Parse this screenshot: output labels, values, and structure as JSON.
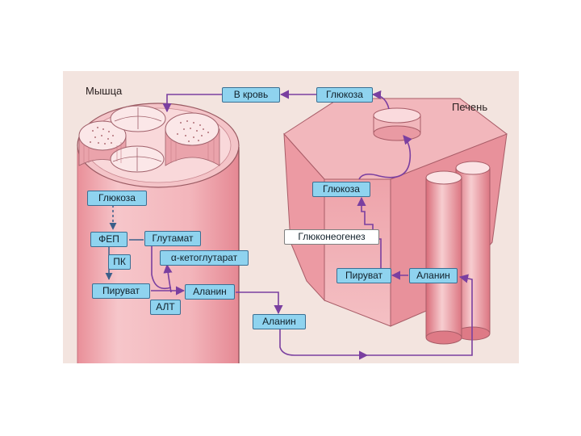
{
  "labels": {
    "muscle": "Мышца",
    "liver": "Печень"
  },
  "nodes": {
    "to_blood": "В кровь",
    "glucose_top": "Глюкоза",
    "glucose_muscle": "Глюкоза",
    "fep": "ФЕП",
    "pk": "ПК",
    "pyruvate_muscle": "Пируват",
    "glutamate": "Глутамат",
    "ketoglutarate": "α-кетоглутарат",
    "alanine_muscle": "Аланин",
    "alt": "АЛТ",
    "alanine_blood": "Аланин",
    "glucose_liver": "Глюкоза",
    "gluconeogenesis": "Глюконеогенез",
    "pyruvate_liver": "Пируват",
    "alanine_liver": "Аланин"
  },
  "colors": {
    "panel_bg": "#f3e4df",
    "tissue": "#f0aab0",
    "tissue_dark": "#e07f8a",
    "box_fill": "#8fd3ef",
    "box_border": "#3a6f93",
    "arrow": "#7a3fa0"
  }
}
